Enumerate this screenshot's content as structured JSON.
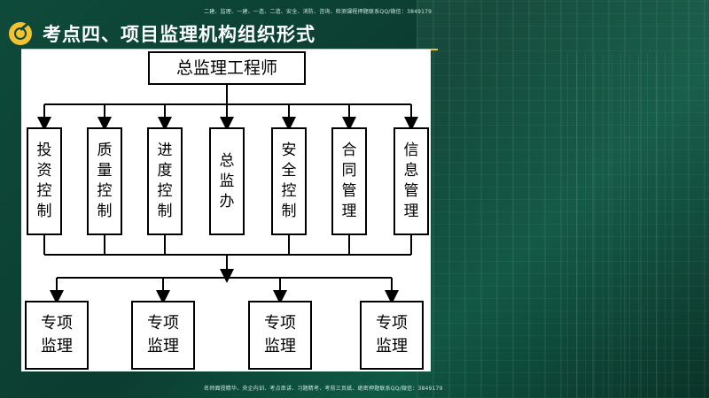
{
  "notices": {
    "top": "二建、监理、一建、一造、二造、安全、消防、咨询、检测课程押题联系QQ/微信：3849179",
    "bottom": "名师面授精华、央企内训、考点串讲、习题精考、考前三页纸、绝密押题联系QQ/微信：3849179"
  },
  "header": {
    "icon": "target-icon",
    "title": "考点四、项目监理机构组织形式"
  },
  "chart": {
    "top_box": "总监理工程师",
    "departments": [
      "投资控制",
      "质量控制",
      "进度控制",
      "总监办",
      "安全控制",
      "合同管理",
      "信息管理"
    ],
    "supervisors": [
      "专项监理",
      "专项监理",
      "专项监理",
      "专项监理"
    ]
  },
  "colors": {
    "background": "#0e4a3a",
    "accent": "#f2c230",
    "panel": "#ffffff",
    "line": "#000000"
  }
}
